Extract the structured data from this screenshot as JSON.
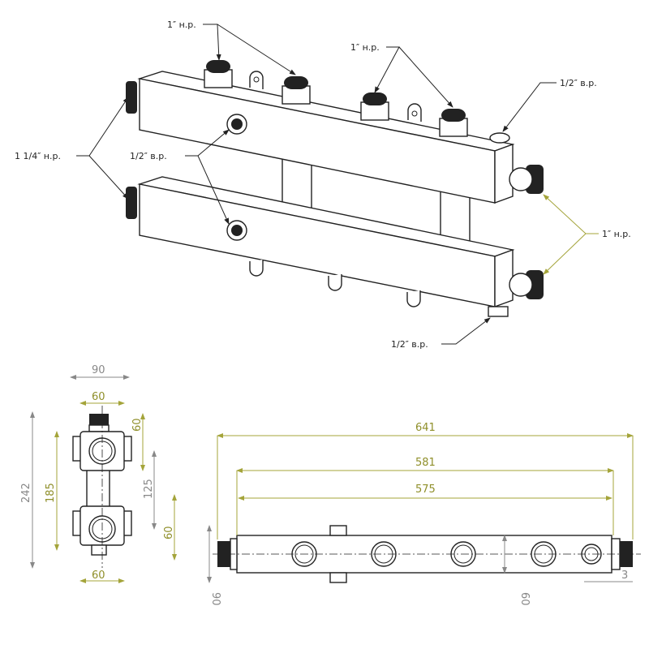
{
  "callouts": {
    "top_outlets_left": "1″ н.р.",
    "top_outlets_right": "1″ н.р.",
    "air_vent": "1/2″ в.р.",
    "side_ports": "1/2″ в.р.",
    "main_inlets": "1 1/4″ н.р.",
    "right_outlets": "1″ н.р.",
    "drain": "1/2″ в.р."
  },
  "side_view_dims": {
    "overall_width": "90",
    "body_width_top": "60",
    "body_width_bottom": "60",
    "overall_height": "242",
    "axis_distance": "185",
    "center_spacing": "125",
    "body_height_top": "60",
    "body_height_bottom": "60"
  },
  "front_view_dims": {
    "overall_length": "641",
    "body_length": "581",
    "inner_length": "575",
    "height_left": "90",
    "height_right": "60",
    "offset": "3"
  },
  "colors": {
    "dimension_gray": "#888888",
    "dimension_olive": "#a4a43a",
    "line": "#222222"
  }
}
